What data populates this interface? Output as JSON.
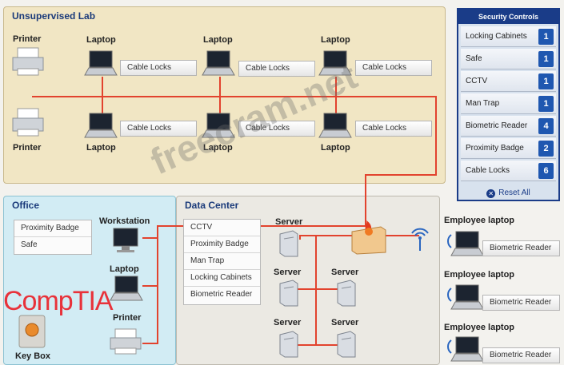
{
  "zones": {
    "lab_title": "Unsupervised Lab",
    "office_title": "Office",
    "dc_title": "Data Center"
  },
  "devices": {
    "printer": "Printer",
    "laptop": "Laptop",
    "workstation": "Workstation",
    "server": "Server",
    "employee_laptop": "Employee laptop",
    "key_box": "Key Box"
  },
  "lab_tags": [
    "Cable Locks",
    "Cable Locks",
    "Cable Locks",
    "Cable Locks",
    "Cable Locks",
    "Cable Locks"
  ],
  "office_tags": [
    "Proximity Badge",
    "Safe"
  ],
  "dc_tags": [
    "CCTV",
    "Proximity Badge",
    "Man Trap",
    "Locking Cabinets",
    "Biometric Reader"
  ],
  "employee_tags": [
    "Biometric Reader",
    "Biometric Reader",
    "Biometric Reader"
  ],
  "panel": {
    "title": "Security Controls",
    "reset_label": "Reset All",
    "controls": [
      {
        "label": "Locking Cabinets",
        "count": "1"
      },
      {
        "label": "Safe",
        "count": "1"
      },
      {
        "label": "CCTV",
        "count": "1"
      },
      {
        "label": "Man Trap",
        "count": "1"
      },
      {
        "label": "Biometric Reader",
        "count": "4"
      },
      {
        "label": "Proximity Badge",
        "count": "2"
      },
      {
        "label": "Cable Locks",
        "count": "6"
      }
    ]
  },
  "brand": "CompTIA",
  "watermark": "freecram.net",
  "colors": {
    "network_line": "#e2432e",
    "panel_blue": "#1a3c88",
    "count_blue": "#1f57b0",
    "brand_red": "#e8323a"
  }
}
